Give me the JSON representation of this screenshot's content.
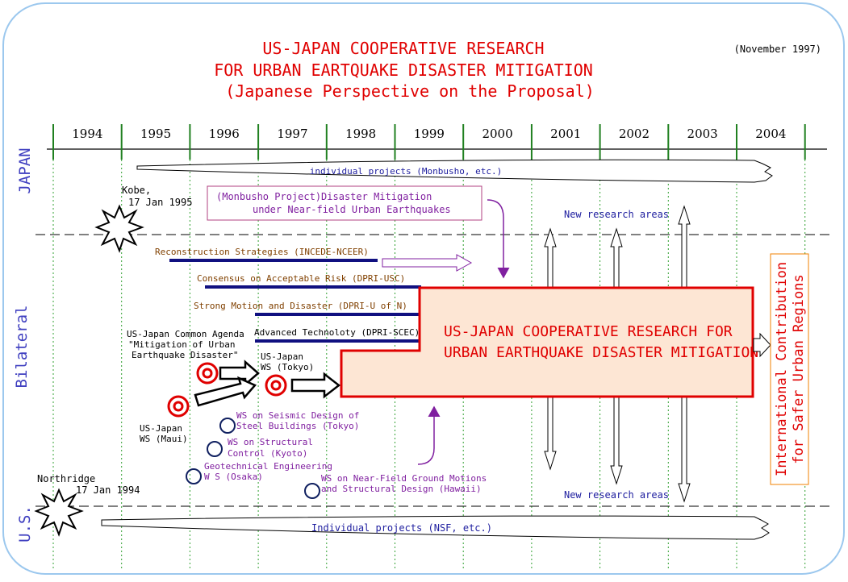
{
  "title": {
    "line1": "US-JAPAN COOPERATIVE RESEARCH",
    "line2": "FOR URBAN EARTQUAKE DISASTER MITIGATION",
    "line3": "(Japanese Perspective on the Proposal)",
    "date": "(November 1997)",
    "color": "#e00000"
  },
  "timeline": {
    "years": [
      "1994",
      "1995",
      "1996",
      "1997",
      "1998",
      "1999",
      "2000",
      "2001",
      "2002",
      "2003",
      "2004"
    ]
  },
  "regions": {
    "japan": "JAPAN",
    "bilateral": "Bilateral",
    "us": "U.S.",
    "color": "#4040c0"
  },
  "events": {
    "kobe_name": "Kobe,",
    "kobe_date": "17 Jan 1995",
    "northridge_name": "Northridge",
    "northridge_date": "17 Jan 1994"
  },
  "japan_band": {
    "individual_projects": "individual projects (Monbusho, etc.)",
    "monbusho_line1": "(Monbusho Project)Disaster Mitigation",
    "monbusho_line2": "under Near-field Urban Earthquakes",
    "new_research_areas": "New research areas"
  },
  "bilateral_band": {
    "reconstruction": "Reconstruction Strategies (INCEDE-NCEER)",
    "consensus": "Consensus on Acceptable Risk (DPRI-USC)",
    "strong_motion": "Strong Motion and Disaster (DPRI-U of N)",
    "advanced_tech": "Advanced Technoloty (DPRI-SCEC)",
    "agenda_line1": "US-Japan Common Agenda",
    "agenda_line2": "\"Mitigation of Urban",
    "agenda_line3": "Earthquake Disaster\"",
    "ws_tokyo_line1": "US-Japan",
    "ws_tokyo_line2": "WS (Tokyo)",
    "ws_maui_line1": "US-Japan",
    "ws_maui_line2": "WS (Maui)",
    "main_box_line1": "US-JAPAN COOPERATIVE RESEARCH FOR",
    "main_box_line2": "URBAN EARTHQUAKE DISASTER MITIGATION",
    "international_line1": "International Contribution",
    "international_line2": "for Safer Urban Regions",
    "box_fill": "#fde6d4",
    "box_border": "#e00000"
  },
  "workshops": {
    "steel_line1": "WS on Seismic Design of",
    "steel_line2": "Steel Buildings (Tokyo)",
    "structural_line1": "WS on Structural",
    "structural_line2": "Control (Kyoto)",
    "geotech_line1": "Geotechnical Engineering",
    "geotech_line2": "W S (Osaka)",
    "nearfield_line1": "WS on Near-Field Ground Motions",
    "nearfield_line2": "and Structural Design (Hawaii)",
    "color": "#8020a0"
  },
  "us_band": {
    "individual_projects": "Individual projects (NSF, etc.)",
    "new_research_areas": "New research areas"
  }
}
